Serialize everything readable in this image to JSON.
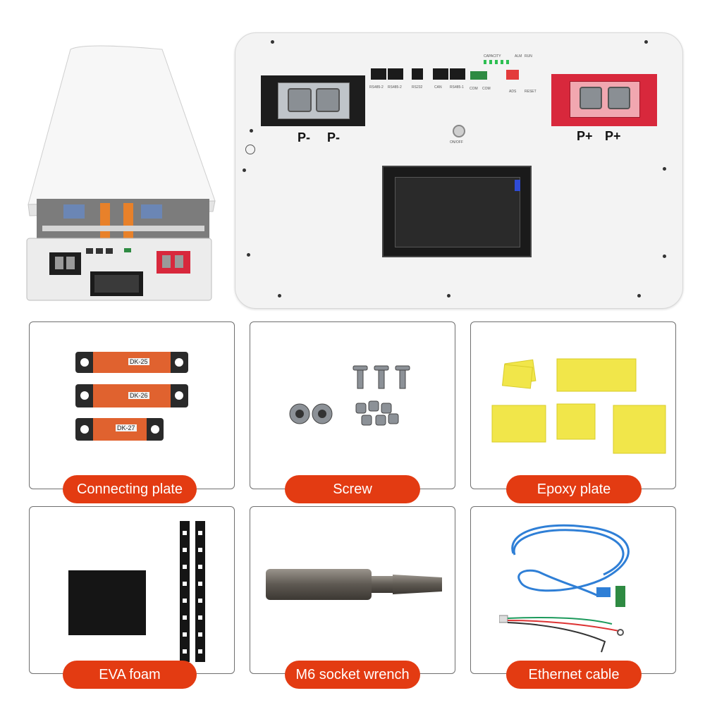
{
  "front_panel": {
    "negative_labels": [
      "P-",
      "P-"
    ],
    "positive_labels": [
      "P+",
      "P+"
    ],
    "port_labels": [
      "RS485-2",
      "RS485-2",
      "RS232",
      "CAN",
      "RS485-1",
      "COM",
      "COM"
    ],
    "capacity_label": "CAPACITY",
    "alm_label": "ALM",
    "run_label": "RUN",
    "adds_label": "ADS",
    "reset_label": "RESET",
    "onoff_label": "ON/OFF"
  },
  "connecting_plates": [
    "DK-25",
    "DK-26",
    "DK-27"
  ],
  "items": [
    {
      "label": "Connecting plate"
    },
    {
      "label": "Screw"
    },
    {
      "label": "Epoxy plate"
    },
    {
      "label": "EVA foam"
    },
    {
      "label": "M6 socket wrench"
    },
    {
      "label": "Ethernet cable"
    }
  ],
  "colors": {
    "accent": "#e33b12",
    "copper": "#e0622f",
    "epoxy": "#f1e64a",
    "terminal_red": "#d8283c",
    "cable_blue": "#2f7fd6"
  }
}
